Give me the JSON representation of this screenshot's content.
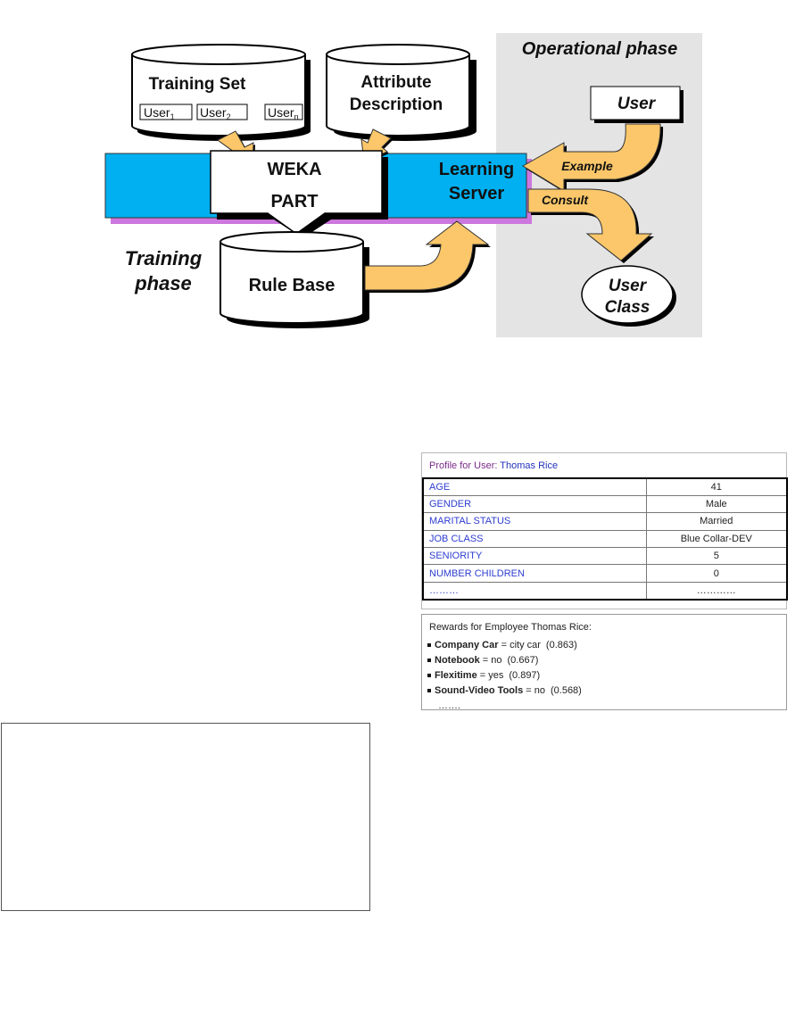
{
  "diagram": {
    "operational_phase": "Operational phase",
    "training_set": "Training Set",
    "users": [
      "User",
      "User",
      "User"
    ],
    "user_subscripts": [
      "1",
      "2",
      "n"
    ],
    "attribute_description": [
      "Attribute",
      "Description"
    ],
    "weka": "WEKA",
    "part": "PART",
    "learning_server": [
      "Learning",
      "Server"
    ],
    "user": "User",
    "example": "Example",
    "consult": "Consult",
    "user_class": [
      "User",
      "Class"
    ],
    "training_phase": [
      "Training",
      "phase"
    ],
    "rule_base": "Rule Base"
  },
  "profile": {
    "title_prefix": "Profile for User:",
    "user_name": "Thomas Rice",
    "rows": [
      {
        "attr": "AGE",
        "val": "41"
      },
      {
        "attr": "GENDER",
        "val": "Male"
      },
      {
        "attr": "MARITAL STATUS",
        "val": "Married"
      },
      {
        "attr": "JOB CLASS",
        "val": "Blue Collar-DEV"
      },
      {
        "attr": "SENIORITY",
        "val": "5"
      },
      {
        "attr": "NUMBER CHILDREN",
        "val": "0"
      },
      {
        "attr": "………",
        "val": "…………"
      }
    ]
  },
  "rewards": {
    "title": "Rewards for Employee Thomas Rice:",
    "items": [
      {
        "name": "Company Car",
        "value": "= city car",
        "conf": "(0.863)"
      },
      {
        "name": "Notebook",
        "value": "= no",
        "conf": "(0.667)"
      },
      {
        "name": "Flexitime",
        "value": "= yes",
        "conf": "(0.897)"
      },
      {
        "name": "Sound-Video Tools",
        "value": "= no",
        "conf": "(0.568)"
      }
    ],
    "more": "……."
  },
  "colors": {
    "cyan_bar": "#00b0f0",
    "magenta_shadow": "#cc77dd",
    "arrow_orange": "#fbc76a",
    "gray_panel": "#e4e4e4"
  }
}
